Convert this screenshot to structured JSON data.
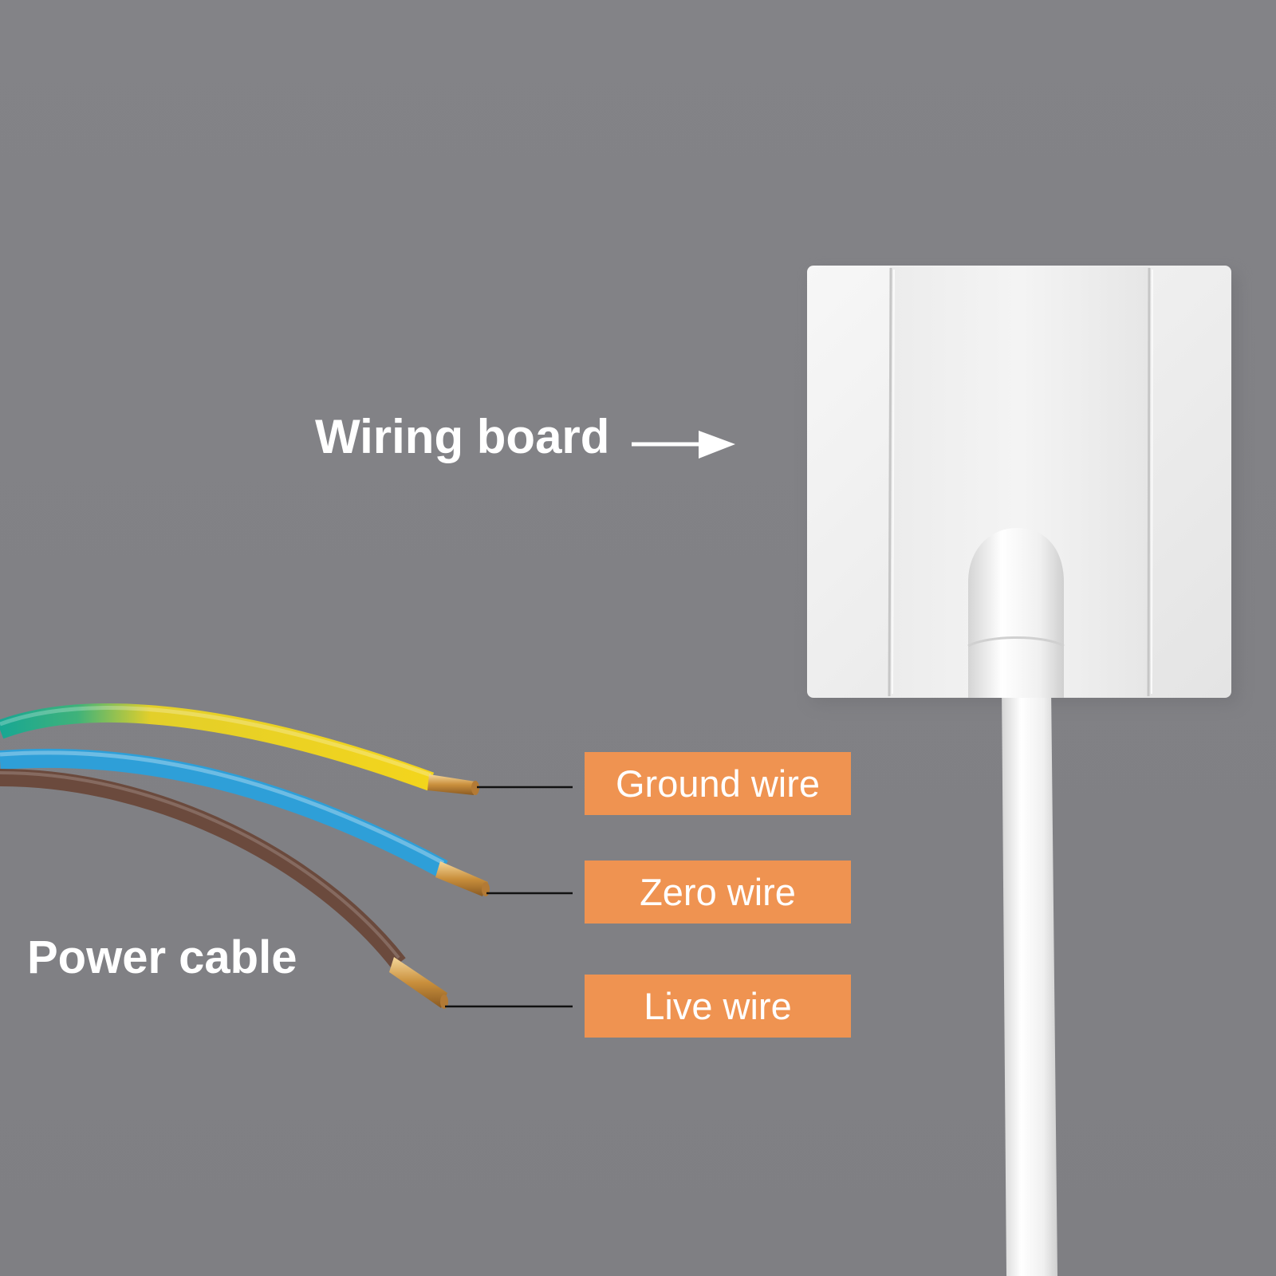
{
  "captions": {
    "wiring_board": "Wiring board",
    "power_cable": "Power cable"
  },
  "wire_labels": {
    "ground": "Ground wire",
    "zero": "Zero wire",
    "live": "Live wire"
  },
  "colors": {
    "background": "#808084",
    "label_fill": "#ef9351",
    "caption_text": "#ffffff",
    "ground_wire": [
      "#1aa88f",
      "#f0d020"
    ],
    "zero_wire": "#2d9fd6",
    "live_wire": "#6b4a3c",
    "conductor": "#d9a85a",
    "socket_plate": "#f2f2f2"
  },
  "icons": {
    "pointer": "right-arrow-icon"
  }
}
